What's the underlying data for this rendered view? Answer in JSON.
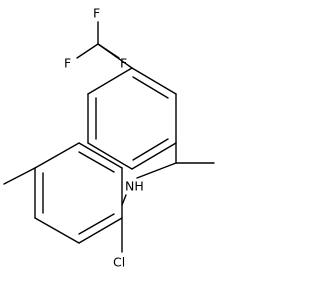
{
  "molecule": {
    "atoms": {
      "F1": "F",
      "F2": "F",
      "F3": "F",
      "N": "NH",
      "Cl": "Cl"
    }
  }
}
